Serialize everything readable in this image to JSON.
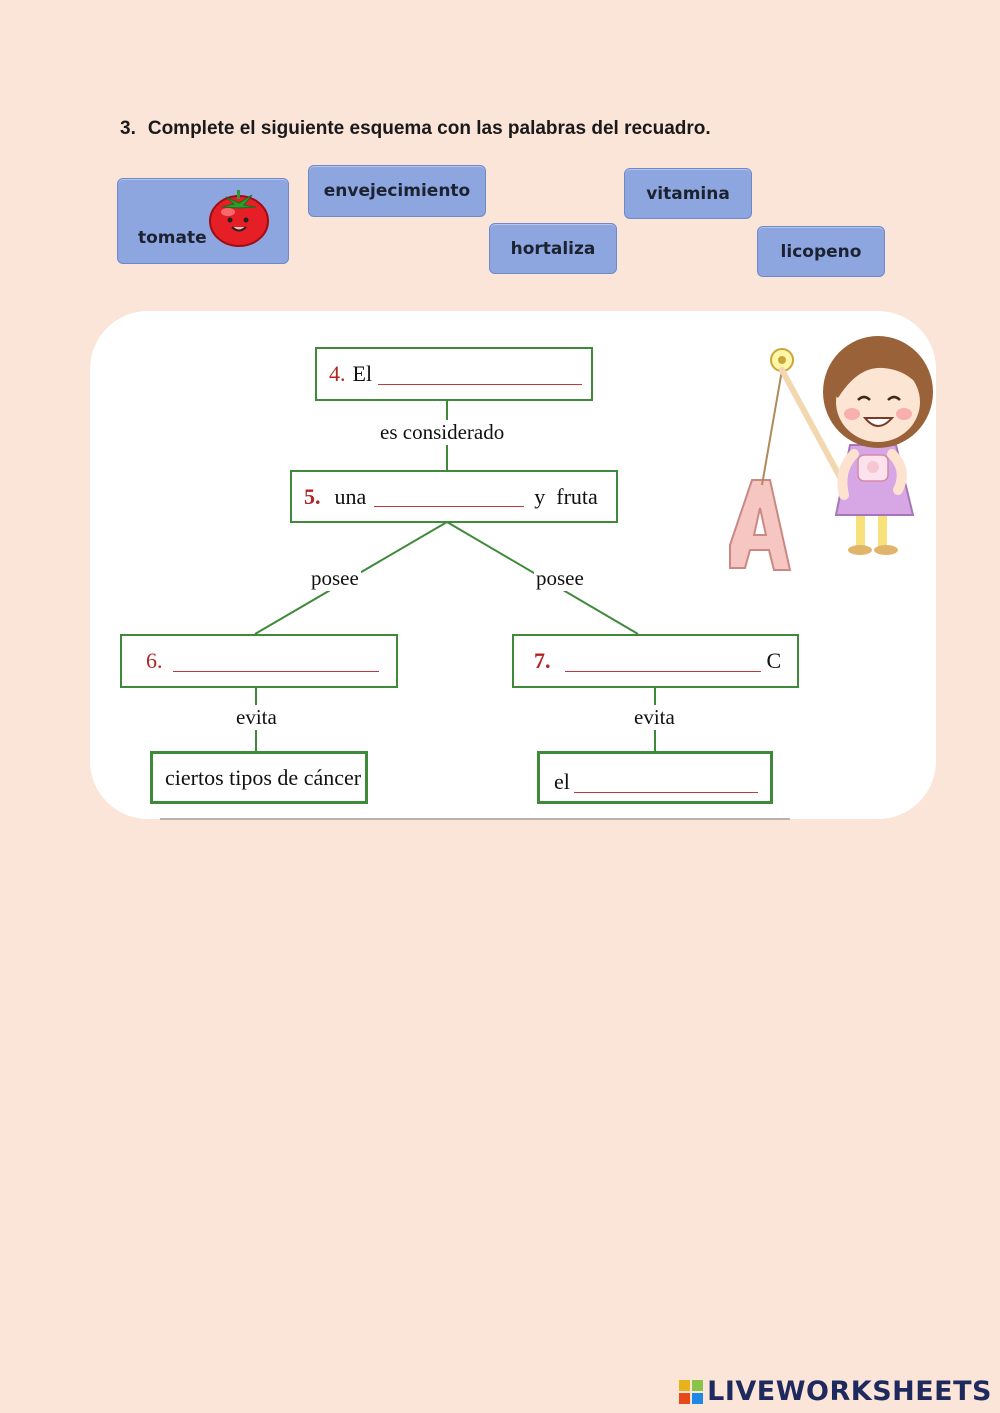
{
  "instruction": {
    "number": "3.",
    "text": "Complete el siguiente esquema con las palabras del recuadro."
  },
  "word_bank": {
    "tomate": "tomate",
    "envejecimiento": "envejecimiento",
    "hortaliza": "hortaliza",
    "vitamina": "vitamina",
    "licopeno": "licopeno"
  },
  "diagram": {
    "box4": {
      "number": "4.",
      "text": "El"
    },
    "connector_considerado": "es considerado",
    "box5": {
      "number": "5.",
      "text_before": "una",
      "text_after": "y  fruta"
    },
    "connector_posee_left": "posee",
    "connector_posee_right": "posee",
    "box6": {
      "number": "6."
    },
    "box7": {
      "number": "7.",
      "suffix": "C"
    },
    "connector_evita_left": "evita",
    "connector_evita_right": "evita",
    "box_cancer": {
      "text": "ciertos tipos de cáncer"
    },
    "box_el": {
      "text": "el"
    }
  },
  "footer": {
    "brand": "LIVEWORKSHEETS"
  },
  "colors": {
    "background": "#fbe4d8",
    "chip": "#8ea6e0",
    "box_border": "#3f8a3a",
    "number_red": "#b12424"
  }
}
